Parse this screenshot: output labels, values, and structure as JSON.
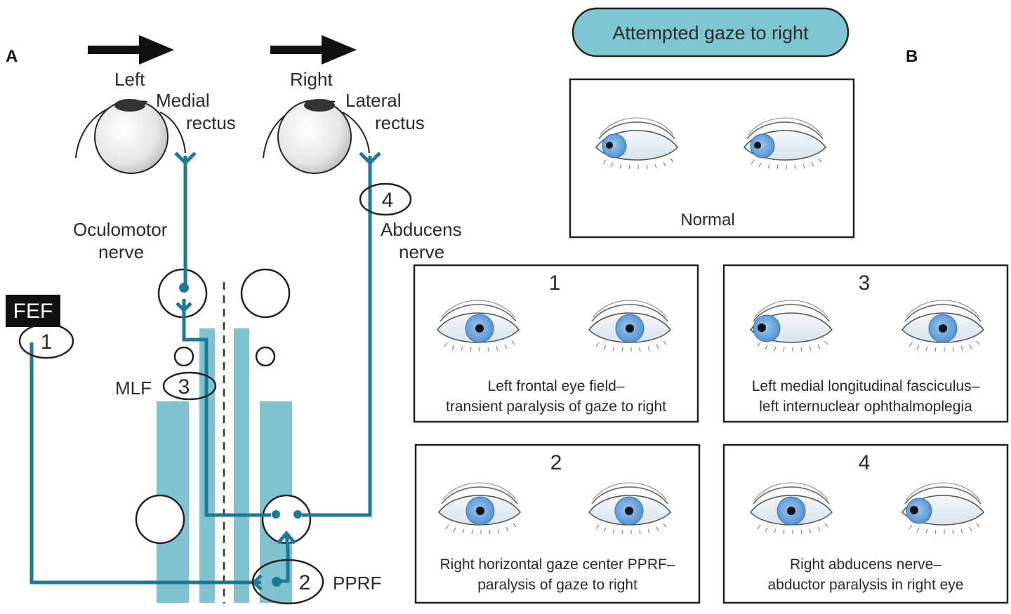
{
  "panel_a": {
    "letter": "A",
    "left_eye_label": "Left",
    "medial_rectus_line1": "Medial",
    "medial_rectus_line2": "rectus",
    "right_eye_label": "Right",
    "lateral_rectus_line1": "Lateral",
    "lateral_rectus_line2": "rectus",
    "oculomotor_line1": "Oculomotor",
    "oculomotor_line2": "nerve",
    "abducens_line1": "Abducens",
    "abducens_line2": "nerve",
    "fef_label": "FEF",
    "mlf_label": "MLF",
    "pprf_label": "PPRF",
    "lesion_numbers": [
      "1",
      "2",
      "3",
      "4"
    ]
  },
  "panel_b": {
    "letter": "B",
    "title": "Attempted gaze to right",
    "normal": {
      "caption": "Normal"
    },
    "cases": [
      {
        "number": "1",
        "caption_line1": "Left frontal eye field–",
        "caption_line2": "transient paralysis of gaze to right"
      },
      {
        "number": "3",
        "caption_line1": "Left medial longitudinal fasciculus–",
        "caption_line2": "left internuclear ophthalmoplegia"
      },
      {
        "number": "2",
        "caption_line1": "Right horizontal gaze center PPRF–",
        "caption_line2": "paralysis of gaze to right"
      },
      {
        "number": "4",
        "caption_line1": "Right abducens nerve–",
        "caption_line2": "abductor paralysis in right eye"
      }
    ]
  },
  "colors": {
    "pathway": "#1b7a99",
    "tract": "#7fc3d0",
    "title_fill": "#7ec6d2",
    "iris": "#6aa6dd",
    "pupil": "#111111"
  }
}
